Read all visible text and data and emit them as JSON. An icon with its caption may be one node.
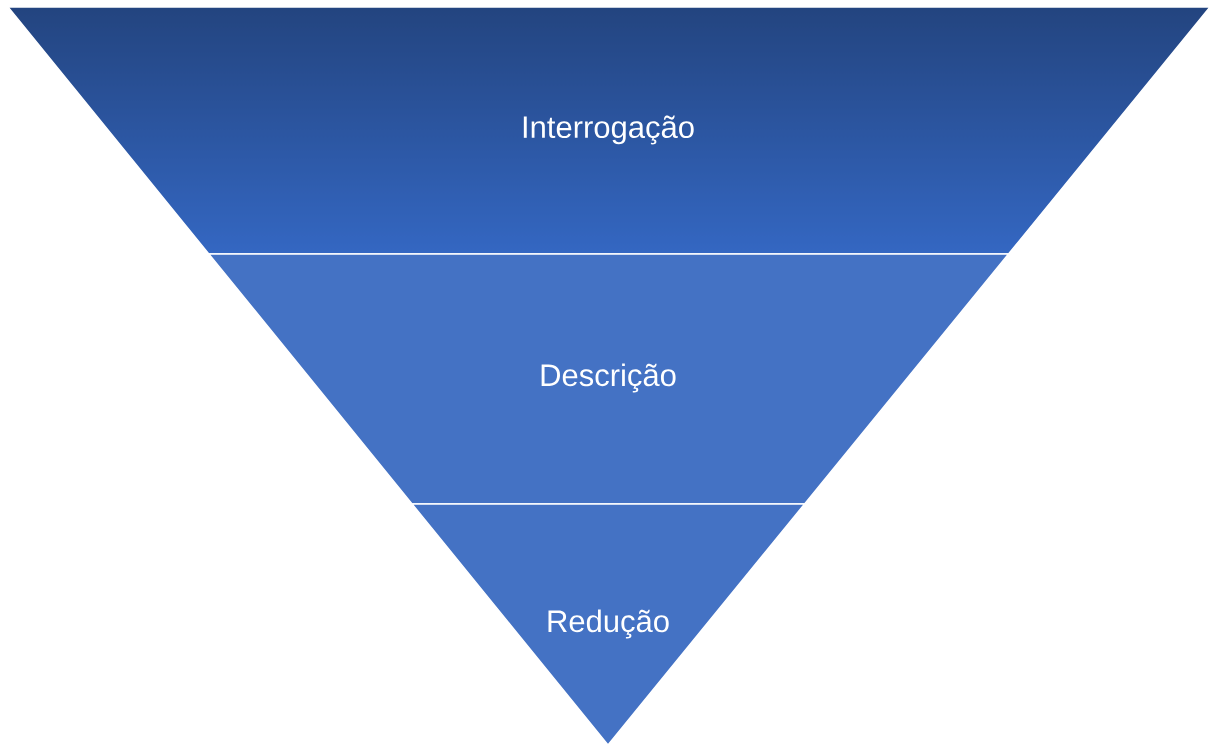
{
  "diagram": {
    "nodes": [
      {
        "text": [
          "Interrogação"
        ]
      },
      {
        "text": [
          "Descrição"
        ]
      },
      {
        "text": [
          "Redução"
        ]
      }
    ]
  }
}
